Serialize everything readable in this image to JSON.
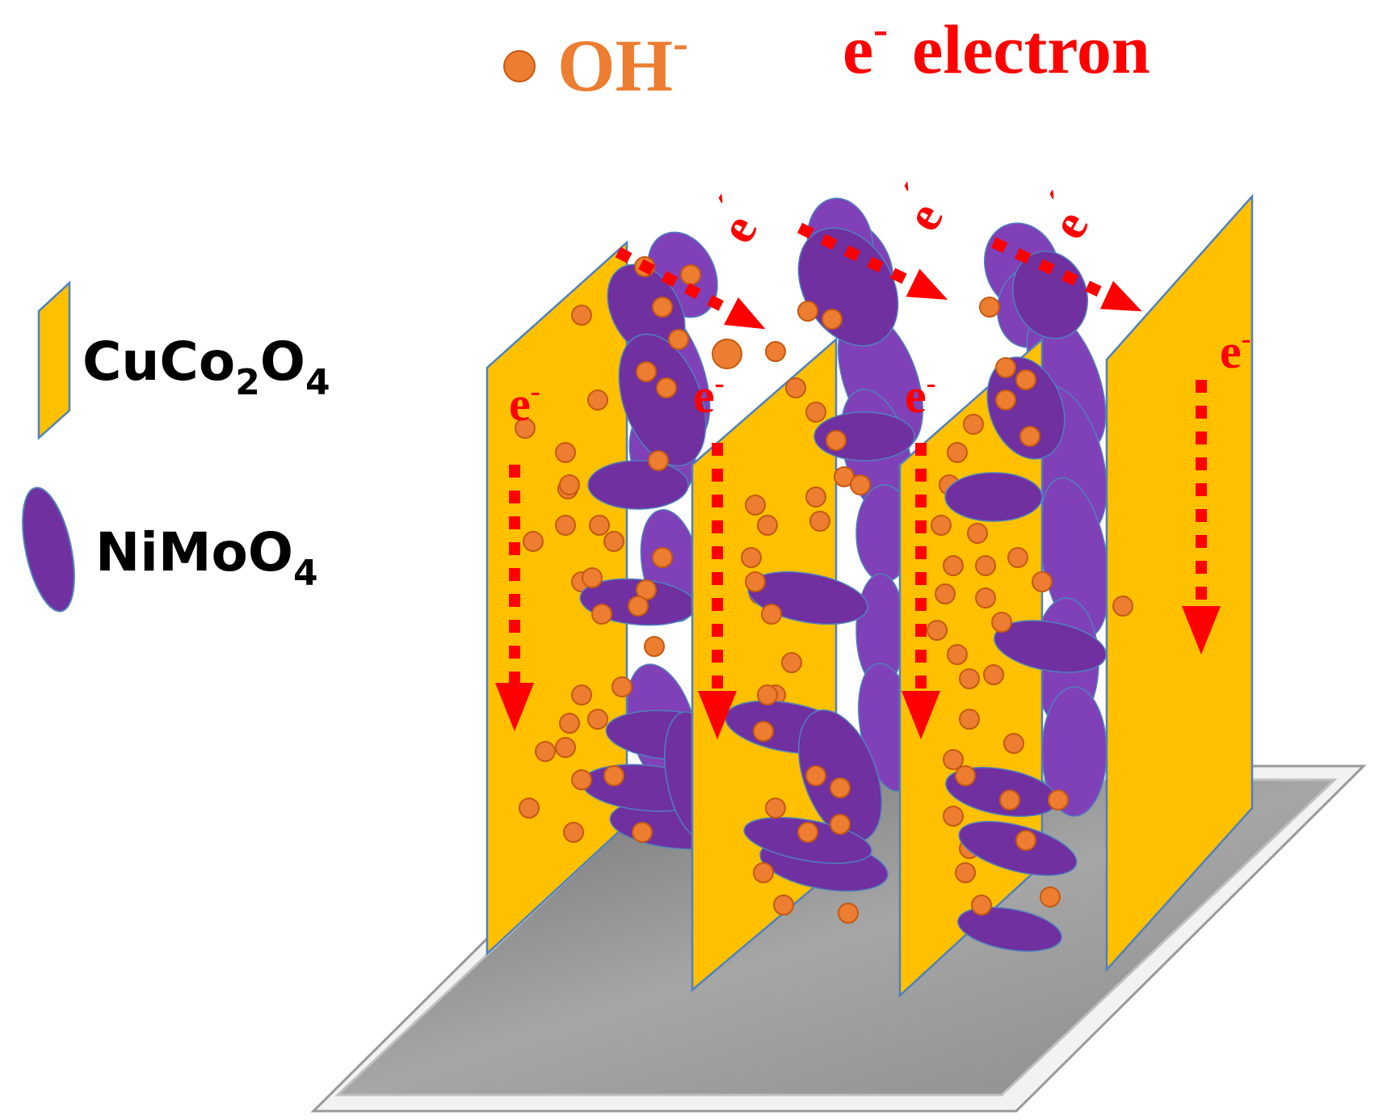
{
  "legend": {
    "oh_label": "OH",
    "oh_charge": "-",
    "electron_symbol": "e",
    "electron_charge": "-",
    "electron_label": "electron",
    "sheet_label": {
      "main": "CuCo",
      "sub1": "2",
      "mid": "O",
      "sub2": "4"
    },
    "particle_label": {
      "main": "NiMoO",
      "sub": "4"
    }
  },
  "diagram": {
    "sheet_count": 4,
    "top_electron_symbol": "e",
    "top_electron_mark": "´",
    "sheet_electron_symbol": "e",
    "sheet_electron_charge": "-"
  },
  "colors": {
    "sheet_fill": "#FFC000",
    "sheet_edge": "#4F81BD",
    "particle_fill": "#7030A0",
    "particle_fill_light": "#8040B8",
    "ion_fill": "#ED7D31",
    "ion_edge": "#C55A11",
    "electron_red": "#FF0000",
    "oh_orange": "#ED7D31",
    "substrate_dark": "#7F7F7F",
    "substrate_light": "#D9D9D9"
  }
}
